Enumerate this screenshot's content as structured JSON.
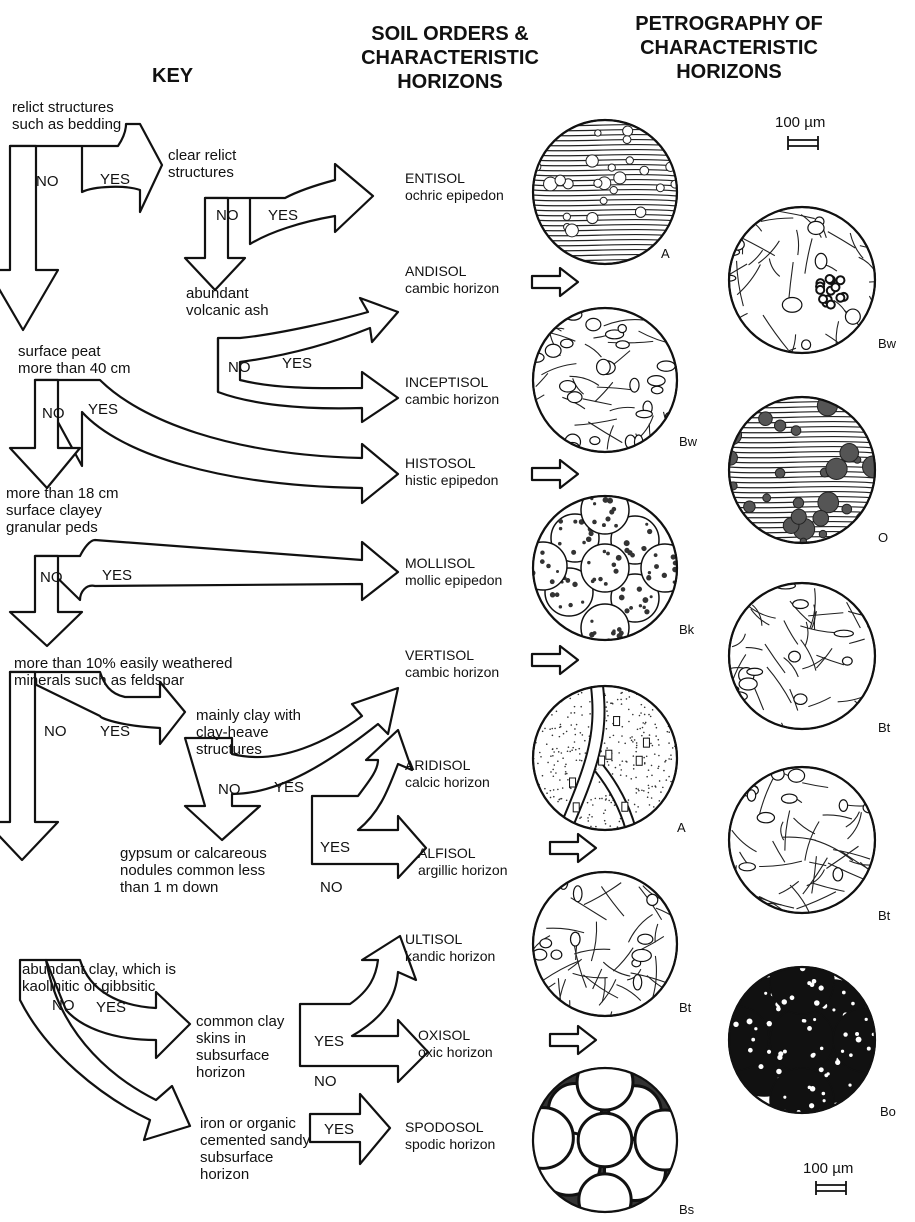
{
  "headers": {
    "key": "KEY",
    "orders": [
      "SOIL ORDERS &",
      "CHARACTERISTIC",
      "HORIZONS"
    ],
    "petro": [
      "PETROGRAPHY OF",
      "CHARACTERISTIC",
      "HORIZONS"
    ]
  },
  "scale_bar": "100 µm",
  "yes": "YES",
  "no": "NO",
  "key_items": [
    {
      "id": "relict",
      "lines": [
        "relict structures",
        "such as bedding"
      ]
    },
    {
      "id": "clear-relict",
      "lines": [
        "clear relict",
        "structures"
      ]
    },
    {
      "id": "ash",
      "lines": [
        "abundant",
        "volcanic ash"
      ]
    },
    {
      "id": "peat",
      "lines": [
        "surface peat",
        "more than 40 cm"
      ]
    },
    {
      "id": "clayey",
      "lines": [
        "more than 18 cm",
        "surface clayey",
        "granular peds"
      ]
    },
    {
      "id": "weathered",
      "lines": [
        "more than 10% easily weathered",
        "minerals such as feldspar"
      ]
    },
    {
      "id": "clay-heave",
      "lines": [
        "mainly clay with",
        "clay-heave",
        "structures"
      ]
    },
    {
      "id": "gypsum",
      "lines": [
        "gypsum or calcareous",
        "nodules common less",
        "than 1 m down"
      ]
    },
    {
      "id": "kaolinitic",
      "lines": [
        "abundant clay, which is",
        "kaolinitic or gibbsitic"
      ]
    },
    {
      "id": "clay-skins",
      "lines": [
        "common clay",
        "skins in",
        "subsurface",
        "horizon"
      ]
    },
    {
      "id": "iron",
      "lines": [
        "iron or organic",
        "cemented sandy",
        "subsurface",
        "horizon"
      ]
    }
  ],
  "orders": [
    {
      "name": "ENTISOL",
      "horizon": "ochric epipedon"
    },
    {
      "name": "ANDISOL",
      "horizon": "cambic horizon"
    },
    {
      "name": "INCEPTISOL",
      "horizon": "cambic horizon"
    },
    {
      "name": "HISTOSOL",
      "horizon": "histic epipedon"
    },
    {
      "name": "MOLLISOL",
      "horizon": "mollic epipedon"
    },
    {
      "name": "VERTISOL",
      "horizon": "cambic horizon"
    },
    {
      "name": "ARIDISOL",
      "horizon": "calcic horizon"
    },
    {
      "name": "ALFISOL",
      "horizon": "argillic horizon"
    },
    {
      "name": "ULTISOL",
      "horizon": "kandic horizon"
    },
    {
      "name": "OXISOL",
      "horizon": "oxic horizon"
    },
    {
      "name": "SPODOSOL",
      "horizon": "spodic horizon"
    }
  ],
  "sections": [
    {
      "id": "entisol",
      "label": "A",
      "texture": "bedded"
    },
    {
      "id": "andisol",
      "label": "Bw",
      "texture": "ash"
    },
    {
      "id": "inceptisol",
      "label": "Bw",
      "texture": "grains"
    },
    {
      "id": "histosol",
      "label": "O",
      "texture": "peat"
    },
    {
      "id": "mollisol",
      "label": "Bk",
      "texture": "peds"
    },
    {
      "id": "vertisol",
      "label": "Bt",
      "texture": "striated"
    },
    {
      "id": "aridisol",
      "label": "A",
      "texture": "calcic"
    },
    {
      "id": "alfisol",
      "label": "Bt",
      "texture": "argillic"
    },
    {
      "id": "ultisol",
      "label": "Bt",
      "texture": "kandic"
    },
    {
      "id": "oxisol",
      "label": "Bo",
      "texture": "nodules"
    },
    {
      "id": "spodosol",
      "label": "Bs",
      "texture": "sandy"
    }
  ]
}
